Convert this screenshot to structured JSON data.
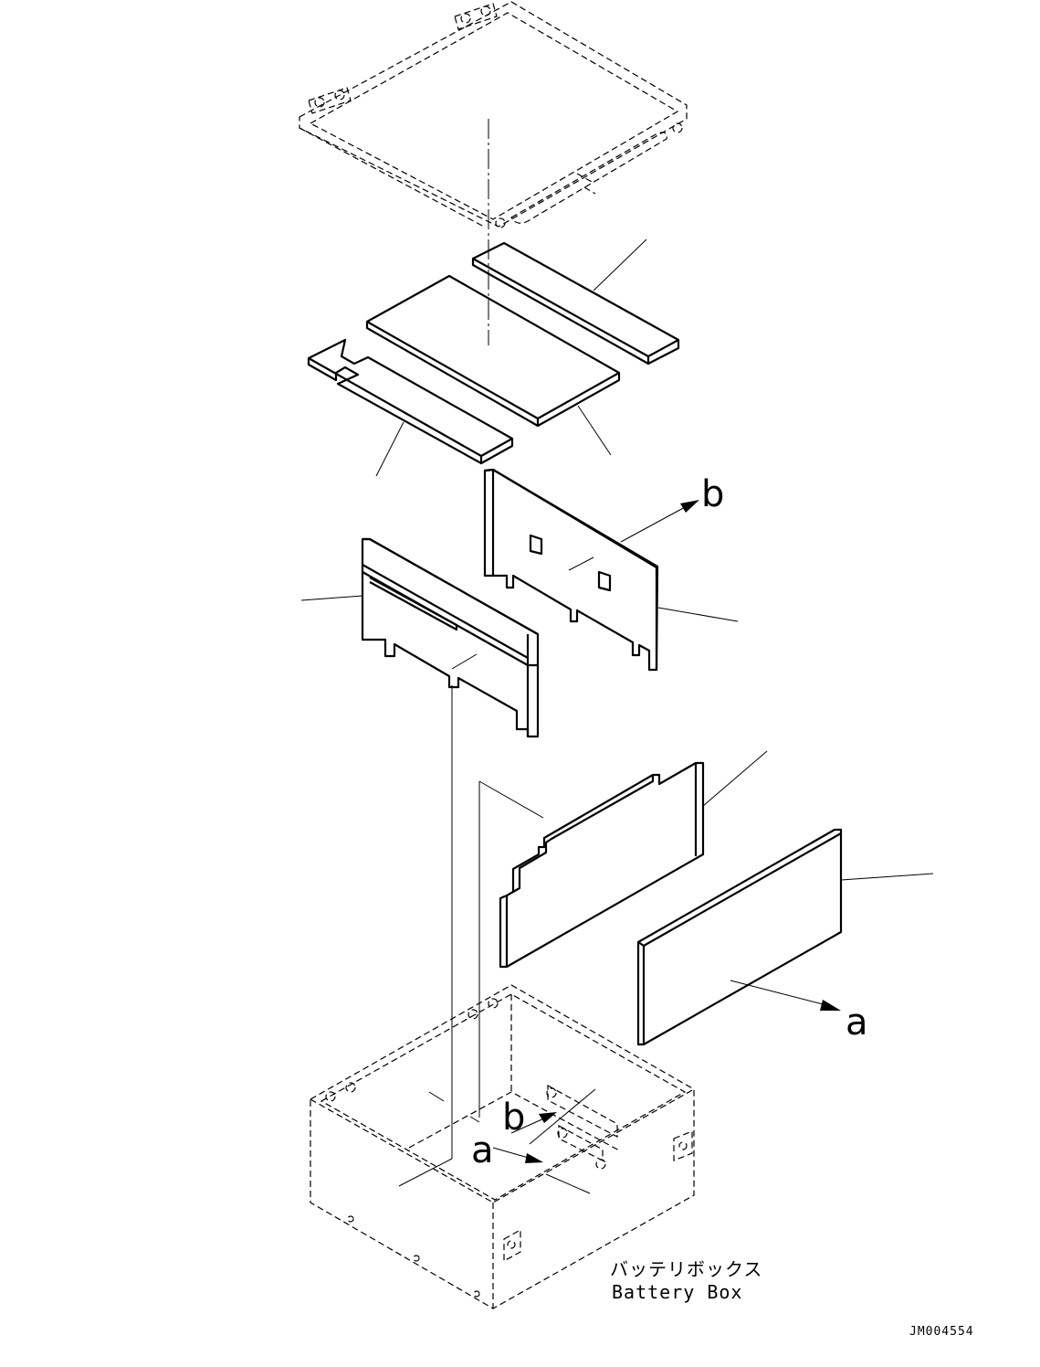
{
  "labels": {
    "arrow_a_right": "a",
    "arrow_b_right": "b",
    "arrow_a_box": "a",
    "arrow_b_box": "b"
  },
  "caption": {
    "japanese": "バッテリボックス",
    "english": "Battery Box"
  },
  "drawing_code": "JM004554",
  "colors": {
    "line": "#000000",
    "background": "#ffffff"
  }
}
